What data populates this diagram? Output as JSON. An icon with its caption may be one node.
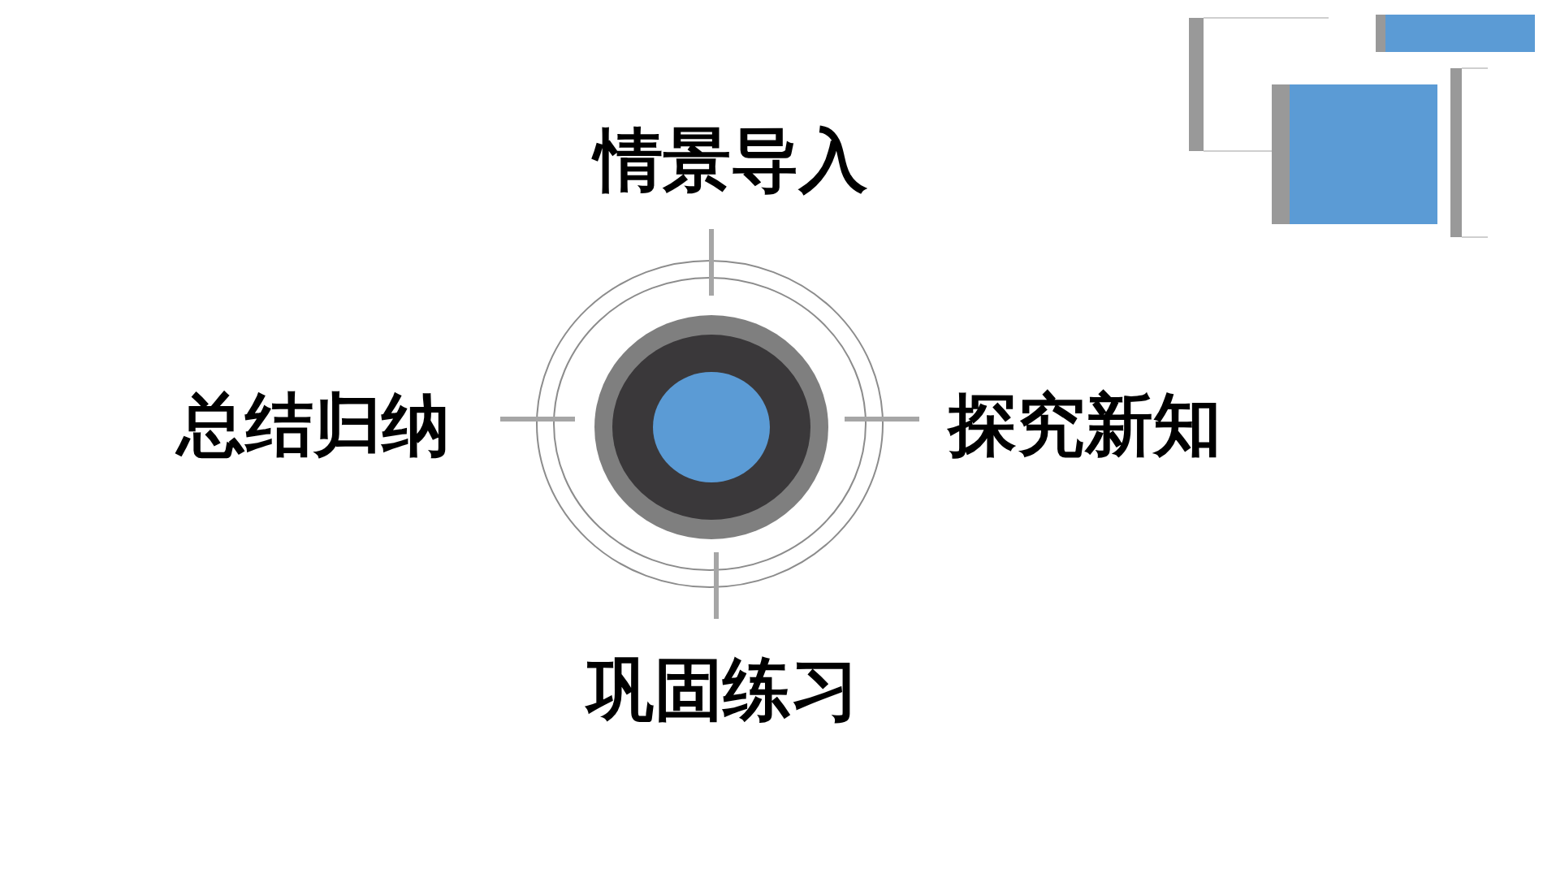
{
  "diagram": {
    "nodes": [
      {
        "text": [
          "情景导入"
        ]
      },
      {
        "text": [
          "总结归纳"
        ]
      },
      {
        "text": [],
        "shape": "circle"
      },
      {
        "text": [
          "探究新知"
        ]
      },
      {
        "text": [
          "巩固练习"
        ]
      }
    ],
    "edges": [
      {
        "from": 2,
        "to": 0,
        "arrow": "none"
      },
      {
        "from": 2,
        "to": 1,
        "arrow": "none"
      },
      {
        "from": 2,
        "to": 3,
        "arrow": "none"
      },
      {
        "from": 2,
        "to": 4,
        "arrow": "none"
      }
    ]
  }
}
